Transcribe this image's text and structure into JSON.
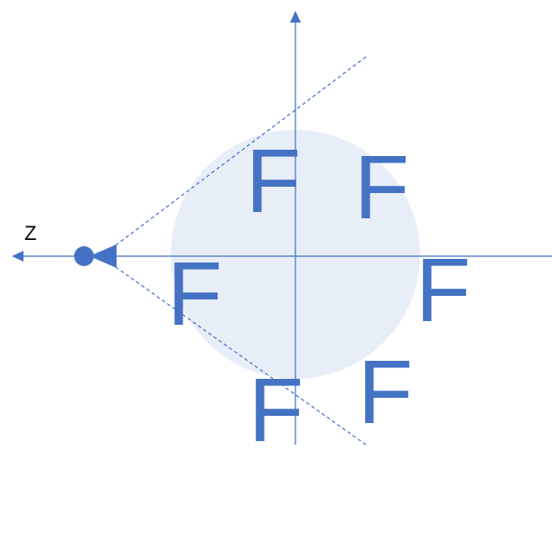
{
  "colors": {
    "primary": "#4472C4",
    "sphere_fill": "#E8EEF8",
    "background": "#FFFFFF",
    "label": "#000000"
  },
  "axis": {
    "z_label": "Z"
  },
  "letters": [
    {
      "id": "top-left",
      "text": "F"
    },
    {
      "id": "top-right",
      "text": "F"
    },
    {
      "id": "left",
      "text": "F"
    },
    {
      "id": "right",
      "text": "F"
    },
    {
      "id": "bottom-left",
      "text": "F"
    },
    {
      "id": "bottom-right",
      "text": "F"
    }
  ]
}
